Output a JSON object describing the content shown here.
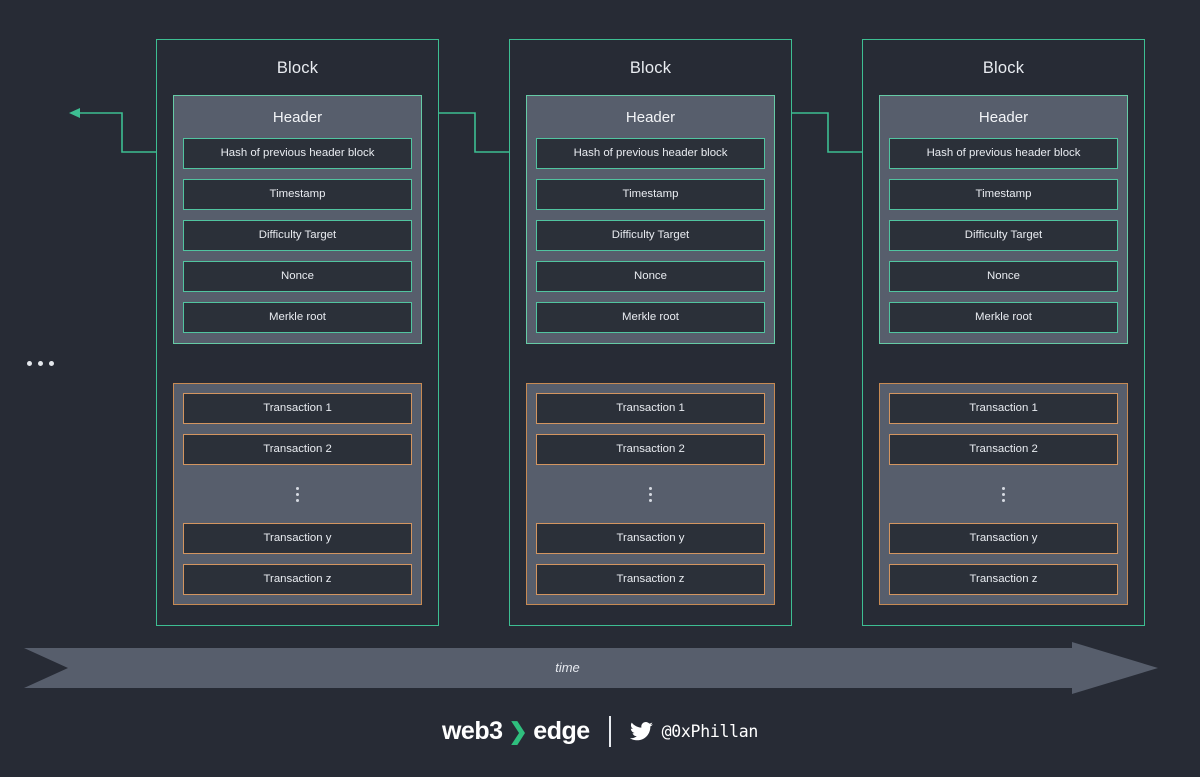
{
  "diagram": {
    "background_color": "#272B35",
    "accent_green": "#3DBE92",
    "accent_orange": "#C78A53",
    "panel_slate": "#575E6C",
    "field_dark": "#2B3039"
  },
  "blocks": [
    {
      "title": "Block",
      "header": {
        "title": "Header",
        "fields": [
          "Hash of previous header block",
          "Timestamp",
          "Difficulty Target",
          "Nonce",
          "Merkle root"
        ]
      },
      "transactions": [
        "Transaction 1",
        "Transaction 2",
        "Transaction y",
        "Transaction z"
      ]
    },
    {
      "title": "Block",
      "header": {
        "title": "Header",
        "fields": [
          "Hash of previous header block",
          "Timestamp",
          "Difficulty Target",
          "Nonce",
          "Merkle root"
        ]
      },
      "transactions": [
        "Transaction 1",
        "Transaction 2",
        "Transaction y",
        "Transaction z"
      ]
    },
    {
      "title": "Block",
      "header": {
        "title": "Header",
        "fields": [
          "Hash of previous header block",
          "Timestamp",
          "Difficulty Target",
          "Nonce",
          "Merkle root"
        ]
      },
      "transactions": [
        "Transaction 1",
        "Transaction 2",
        "Transaction y",
        "Transaction z"
      ]
    }
  ],
  "timeline": {
    "label": "time"
  },
  "footer": {
    "brand_first": "web3",
    "brand_chevron": "❯",
    "brand_second": "edge",
    "twitter_icon": "twitter-bird-icon",
    "handle": "@0xPhillan"
  }
}
